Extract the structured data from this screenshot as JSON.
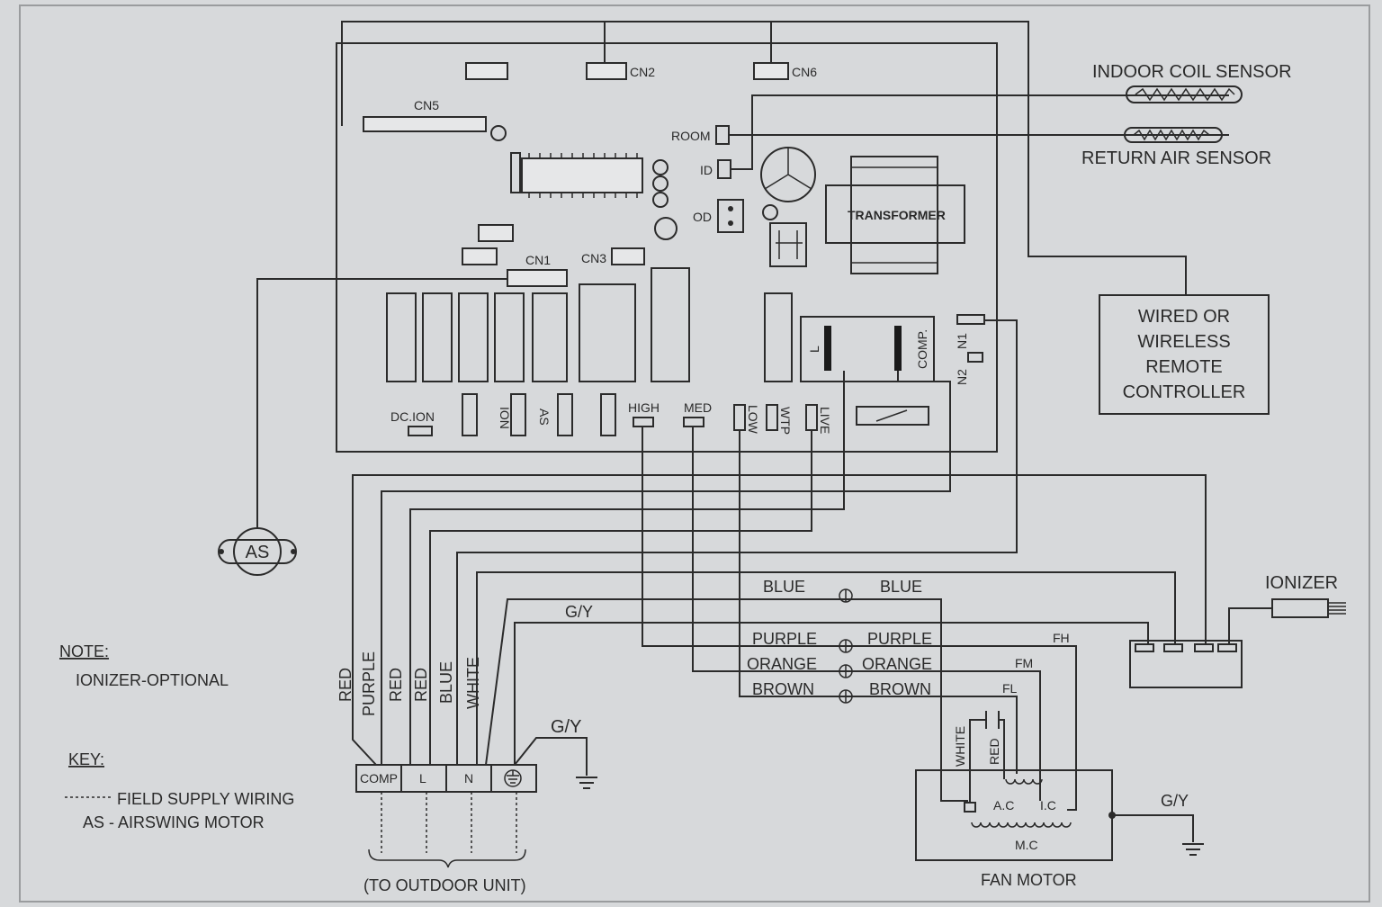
{
  "board": {
    "connectors": {
      "cn2": "CN2",
      "cn6": "CN6",
      "cn5": "CN5",
      "cn1": "CN1",
      "cn3": "CN3"
    },
    "labels": {
      "room": "ROOM",
      "id": "ID",
      "od": "OD",
      "transformer": "TRANSFORMER",
      "l": "L",
      "comp": "COMP.",
      "n1": "N1",
      "n2": "N2"
    },
    "terminals": {
      "dc_ion": "DC.ION",
      "ion": "ION",
      "as": "AS",
      "high": "HIGH",
      "med": "MED",
      "low": "LOW",
      "wtp": "WTP",
      "live": "LIVE"
    }
  },
  "sensors": {
    "indoor_coil": "INDOOR COIL SENSOR",
    "return_air": "RETURN AIR SENSOR"
  },
  "controller": {
    "line1": "WIRED OR",
    "line2": "WIRELESS",
    "line3": "REMOTE",
    "line4": "CONTROLLER"
  },
  "airswing": {
    "label": "AS"
  },
  "notes": {
    "note_title": "NOTE:",
    "note_text": "IONIZER-OPTIONAL",
    "key_title": "KEY:",
    "key_line1": "FIELD SUPPLY WIRING",
    "key_line2": "AS - AIRSWING MOTOR"
  },
  "wires": {
    "vertical": [
      "RED",
      "PURPLE",
      "RED",
      "RED",
      "BLUE",
      "WHITE"
    ],
    "gy": "G/Y",
    "blue_left": "BLUE",
    "blue_right": "BLUE",
    "purple_left": "PURPLE",
    "purple_right": "PURPLE",
    "orange_left": "ORANGE",
    "orange_right": "ORANGE",
    "brown_left": "BROWN",
    "brown_right": "BROWN",
    "fh": "FH",
    "fm": "FM",
    "fl": "FL"
  },
  "terminal_block": {
    "comp": "COMP",
    "l": "L",
    "n": "N",
    "ground_gy": "G/Y",
    "outdoor": "(TO OUTDOOR UNIT)"
  },
  "ionizer": {
    "label": "IONIZER"
  },
  "fan_motor": {
    "label": "FAN MOTOR",
    "white": "WHITE",
    "red": "RED",
    "ac": "A.C",
    "ic": "I.C",
    "mc": "M.C",
    "gy": "G/Y"
  }
}
